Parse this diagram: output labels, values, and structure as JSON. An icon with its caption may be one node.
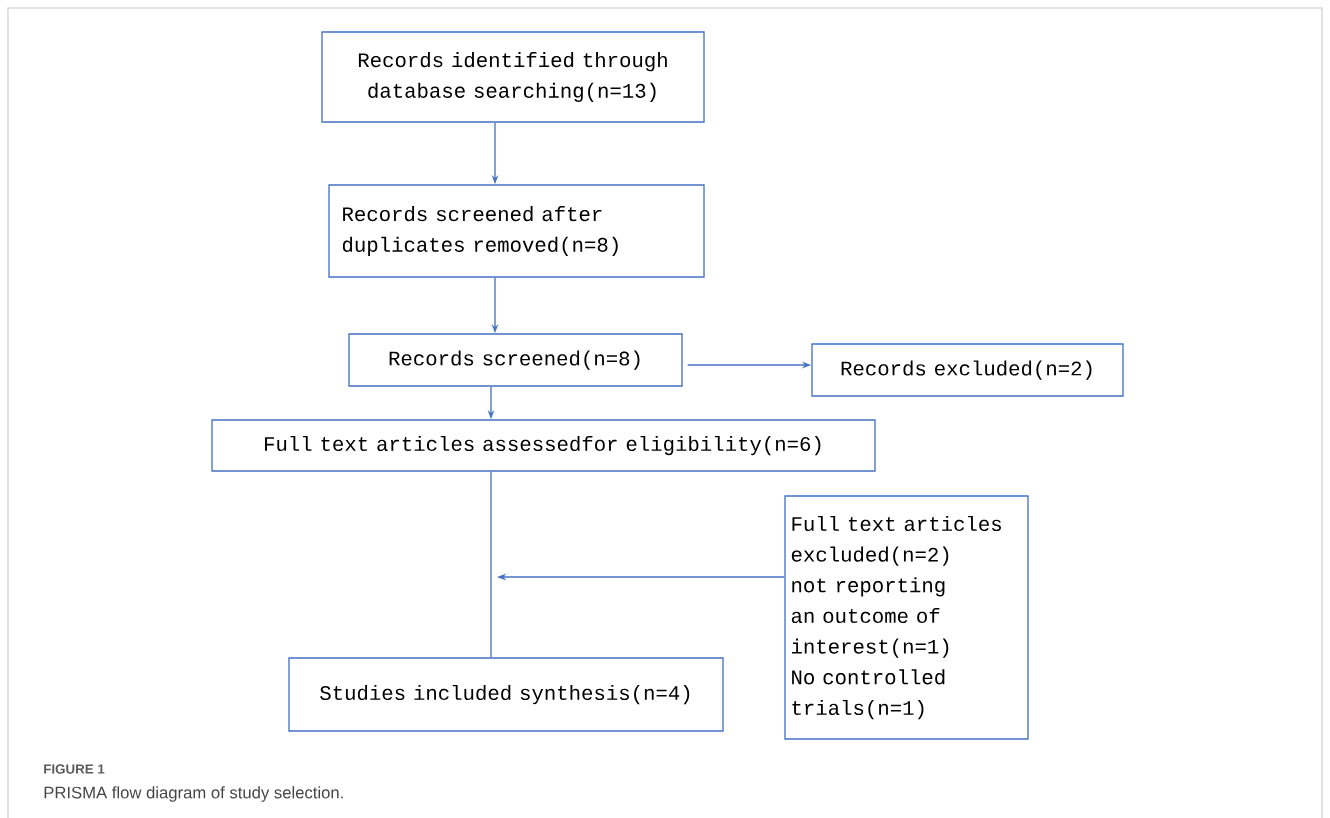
{
  "diagram": {
    "caption": "PRISMA flow diagram of study selection.",
    "nodes": [
      {
        "text": [
          "Records identified through database searching(n=13)"
        ]
      },
      {
        "text": [
          "Records screened after duplicates removed(n=8)"
        ]
      },
      {
        "text": [
          "Records screened(n=8)"
        ]
      },
      {
        "text": [
          "Records excluded(n=2)"
        ]
      },
      {
        "text": [
          "Full text articles assessedfor eligibility(n=6)"
        ]
      },
      {
        "text": [
          "Studies included synthesis(n=4)"
        ]
      },
      {
        "text": [
          "Full text articles excluded(n=2)",
          "not reporting an outcome of interest(n=1)",
          "No controlled trials(n=1)"
        ]
      }
    ],
    "edges": [
      {
        "from": 0,
        "to": 1,
        "arrow": "to"
      },
      {
        "from": 1,
        "to": 2,
        "arrow": "to"
      },
      {
        "from": 2,
        "to": 3,
        "arrow": "to"
      },
      {
        "from": 2,
        "to": 4,
        "arrow": "to"
      },
      {
        "from": 4,
        "to": 5,
        "arrow": "none"
      },
      {
        "from": 6,
        "to": null,
        "arrow": "to"
      }
    ],
    "labels": [
      "FIGURE 1"
    ]
  }
}
